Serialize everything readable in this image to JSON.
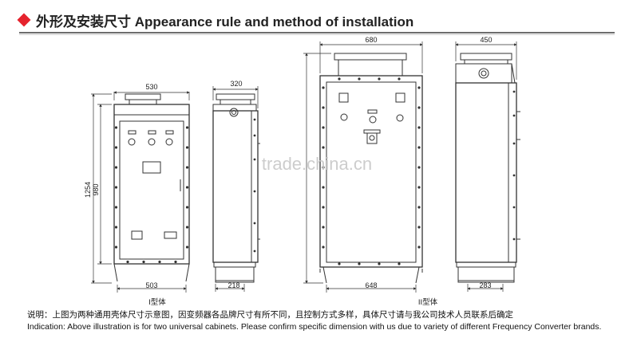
{
  "header": {
    "title": "外形及安装尺寸 Appearance rule and method of installation",
    "accent_color": "#e5232d"
  },
  "watermark": "trade.china.cn",
  "cabinet_1": {
    "label": "I型体",
    "front": {
      "width": "530",
      "height_total": "1254",
      "height_body": "980",
      "base_width": "503"
    },
    "side": {
      "depth": "320",
      "base_depth": "218"
    }
  },
  "cabinet_2": {
    "label": "II型体",
    "front": {
      "width": "680",
      "base_width": "648"
    },
    "side": {
      "depth": "450",
      "base_depth": "283"
    }
  },
  "notes": {
    "zh": "说明：上图为两种通用壳体尺寸示意图，因变频器各品牌尺寸有所不同，且控制方式多样，具体尺寸请与我公司技术人员联系后确定",
    "en": "Indication: Above illustration is for two universal cabinets. Please confirm specific dimension with us due to variety of different Frequency Converter brands."
  }
}
